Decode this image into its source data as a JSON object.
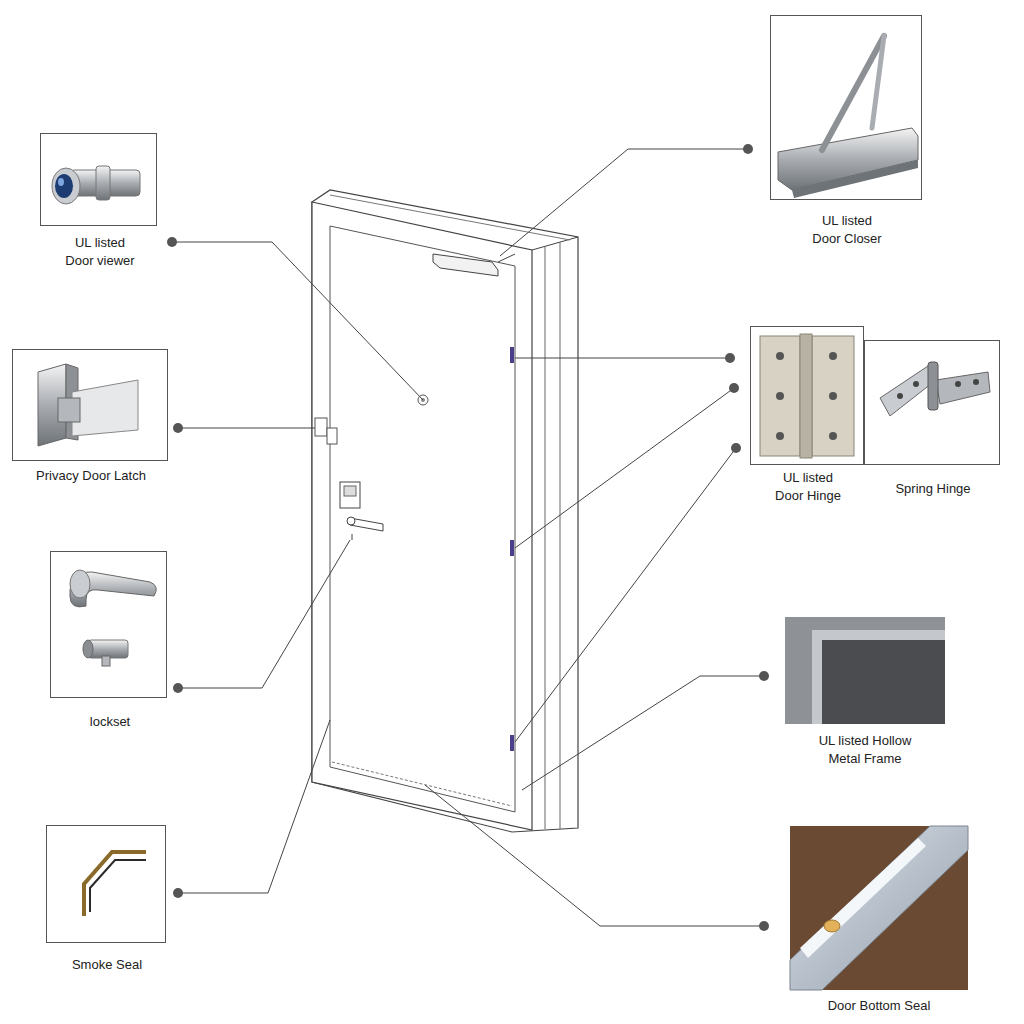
{
  "diagram": {
    "nodes": [
      {
        "text": [
          "UL listed Door viewer"
        ]
      },
      {
        "text": [
          "Privacy Door Latch"
        ]
      },
      {
        "text": [
          "lockset"
        ]
      },
      {
        "text": [
          "Smoke Seal"
        ]
      },
      {
        "text": [
          "UL listed Door Closer"
        ]
      },
      {
        "text": [
          "UL listed Door Hinge"
        ]
      },
      {
        "text": [
          "Spring Hinge"
        ]
      },
      {
        "text": [
          "UL listed Hollow Metal Frame"
        ]
      },
      {
        "text": [
          "Door Bottom Seal"
        ]
      }
    ]
  }
}
